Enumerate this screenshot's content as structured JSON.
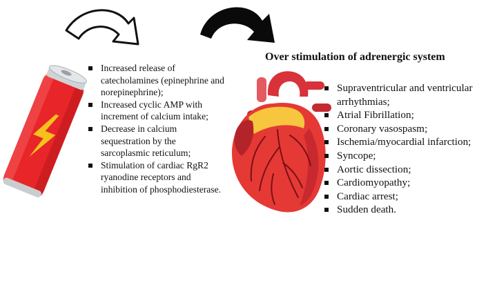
{
  "heading": "Over stimulation of adrenergic system",
  "mechanisms": [
    "Increased release of catecholamines (epinephrine and norepinephrine);",
    "Increased cyclic AMP with increment of calcium intake;",
    "Decrease in calcium sequestration by the sarcoplasmic reticulum;",
    "Stimulation of cardiac RgR2 ryanodine receptors and inhibition of phosphodiesterase."
  ],
  "effects": [
    "Supraventricular and ventricular arrhythmias;",
    "Atrial Fibrillation;",
    "Coronary vasospasm;",
    "Ischemia/myocardial infarction;",
    "Syncope;",
    "Aortic dissection;",
    "Cardiomyopathy;",
    "Cardiac arrest;",
    "Sudden death."
  ],
  "icons": {
    "can": "energy-drink-can-icon",
    "heart": "heart-icon",
    "arrow_outline": "curved-arrow-outline-icon",
    "arrow_filled": "curved-arrow-filled-icon"
  },
  "colors": {
    "can_red": "#e8262a",
    "bolt_yellow": "#f4c21a",
    "heart_red": "#e53935",
    "fat_yellow": "#f6c63e",
    "text": "#111111"
  }
}
